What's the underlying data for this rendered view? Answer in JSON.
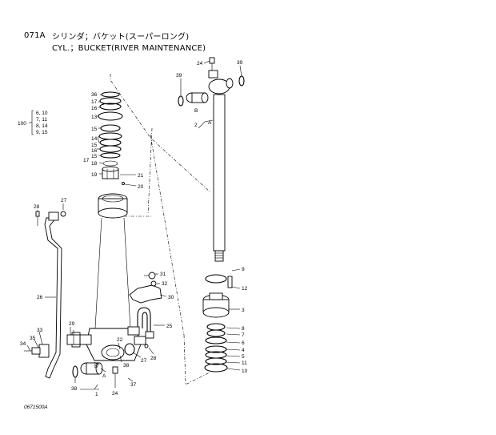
{
  "header": {
    "page_code": "071A",
    "title_jp": "シリンダ；バケット(スーパーロング)",
    "title_en": "CYL.；BUCKET(RIVER MAINTENANCE)"
  },
  "bracket_group": {
    "parent": "100",
    "rows": [
      "6, 10",
      "7, 11",
      "8, 14",
      "9, 15"
    ]
  },
  "callouts": {
    "c24a": "24",
    "c39a": "39",
    "c39b": "39",
    "cB1": "B",
    "c2": "2",
    "cA1": "A",
    "c36": "36",
    "c17a": "17",
    "c16a": "16",
    "c13": "13",
    "c15a": "15",
    "c14": "14",
    "c15b": "15",
    "c16b": "16",
    "c15c": "15",
    "c17b": "17",
    "c18": "18",
    "c19": "19",
    "c21": "21",
    "c20": "20",
    "c27a": "27",
    "c28a": "28",
    "c26": "26",
    "c9": "9",
    "c12": "12",
    "c31": "31",
    "c32": "32",
    "c30": "30",
    "c3": "3",
    "c25": "25",
    "c8": "8",
    "c7": "7",
    "c6": "6",
    "c4": "4",
    "c5": "5",
    "c11": "11",
    "c10": "10",
    "c28b": "28",
    "c27b": "27",
    "c38a": "38",
    "c29": "29",
    "c33": "33",
    "c35": "35",
    "c34": "34",
    "c22": "22",
    "cA2": "A",
    "cB2": "B",
    "c38b": "38",
    "c1": "1",
    "c24b": "24",
    "c37": "37"
  },
  "footer": {
    "drawing_no": "0671500A"
  }
}
